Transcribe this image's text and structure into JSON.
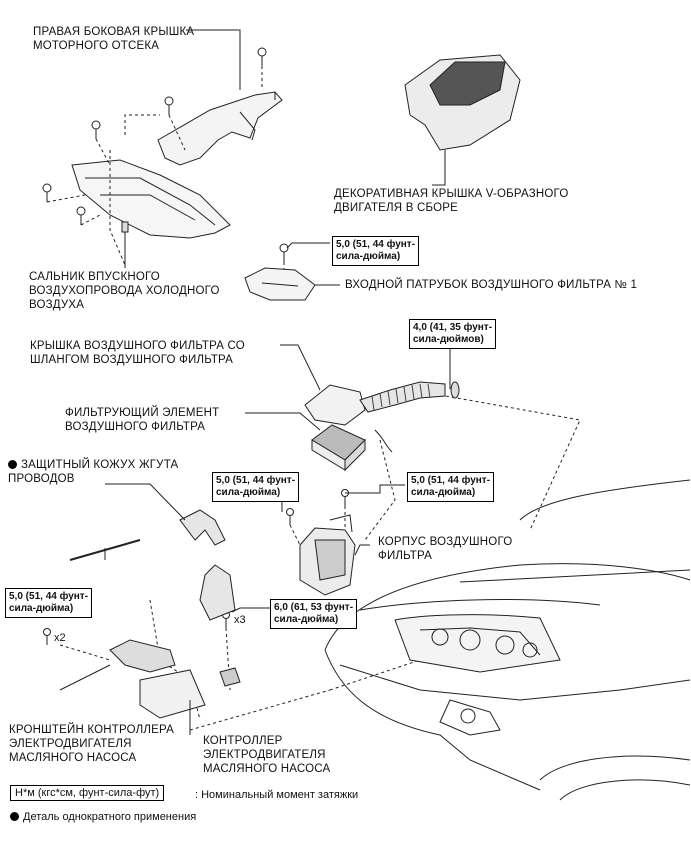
{
  "labels": {
    "right_cover": "ПРАВАЯ БОКОВАЯ КРЫШКА\nМОТОРНОГО ОТСЕКА",
    "v_cover": "ДЕКОРАТИВНАЯ КРЫШКА V-ОБРАЗНОГО\nДВИГАТЕЛЯ В СБОРЕ",
    "cold_air_seal": "САЛЬНИК ВПУСКНОГО\nВОЗДУХОПРОВОДА ХОЛОДНОГО\nВОЗДУХА",
    "inlet_duct": "ВХОДНОЙ ПАТРУБОК ВОЗДУШНОГО ФИЛЬТРА № 1",
    "filter_cap": "КРЫШКА ВОЗДУШНОГО ФИЛЬТРА СО\nШЛАНГОМ ВОЗДУШНОГО ФИЛЬТРА",
    "filter_element": "ФИЛЬТРУЮЩИЙ ЭЛЕМЕНТ\nВОЗДУШНОГО ФИЛЬТРА",
    "wire_cover": "ЗАЩИТНЫЙ КОЖУХ ЖГУТА\nПРОВОДОВ",
    "filter_case": "КОРПУС ВОЗДУШНОГО\nФИЛЬТРА",
    "bracket": "КРОНШТЕЙН КОНТРОЛЛЕРА\nЭЛЕКТРОДВИГАТЕЛЯ\nМАСЛЯНОГО НАСОСА",
    "controller": "КОНТРОЛЛЕР\nЭЛЕКТРОДВИГАТЕЛЯ\nМАСЛЯНОГО НАСОСА"
  },
  "torques": {
    "t1": "5,0 (51, 44 фунт-\nсила-дюйма)",
    "t2": "4,0 (41, 35 фунт-\nсила-дюймов)",
    "t3": "5,0 (51, 44 фунт-\nсила-дюйма)",
    "t4": "5,0 (51, 44 фунт-\nсила-дюйма)",
    "t5": "5,0 (51, 44 фунт-\nсила-дюйма)",
    "t6": "6,0 (61, 53 фунт-\nсила-дюйма)"
  },
  "counts": {
    "x2": "x2",
    "x3": "x3"
  },
  "legend": {
    "unit_box": "Н*м (кгс*см, фунт-сила-фут)",
    "unit_desc": ": Номинальный момент затяжки",
    "single_use": "Деталь однократного применения"
  }
}
